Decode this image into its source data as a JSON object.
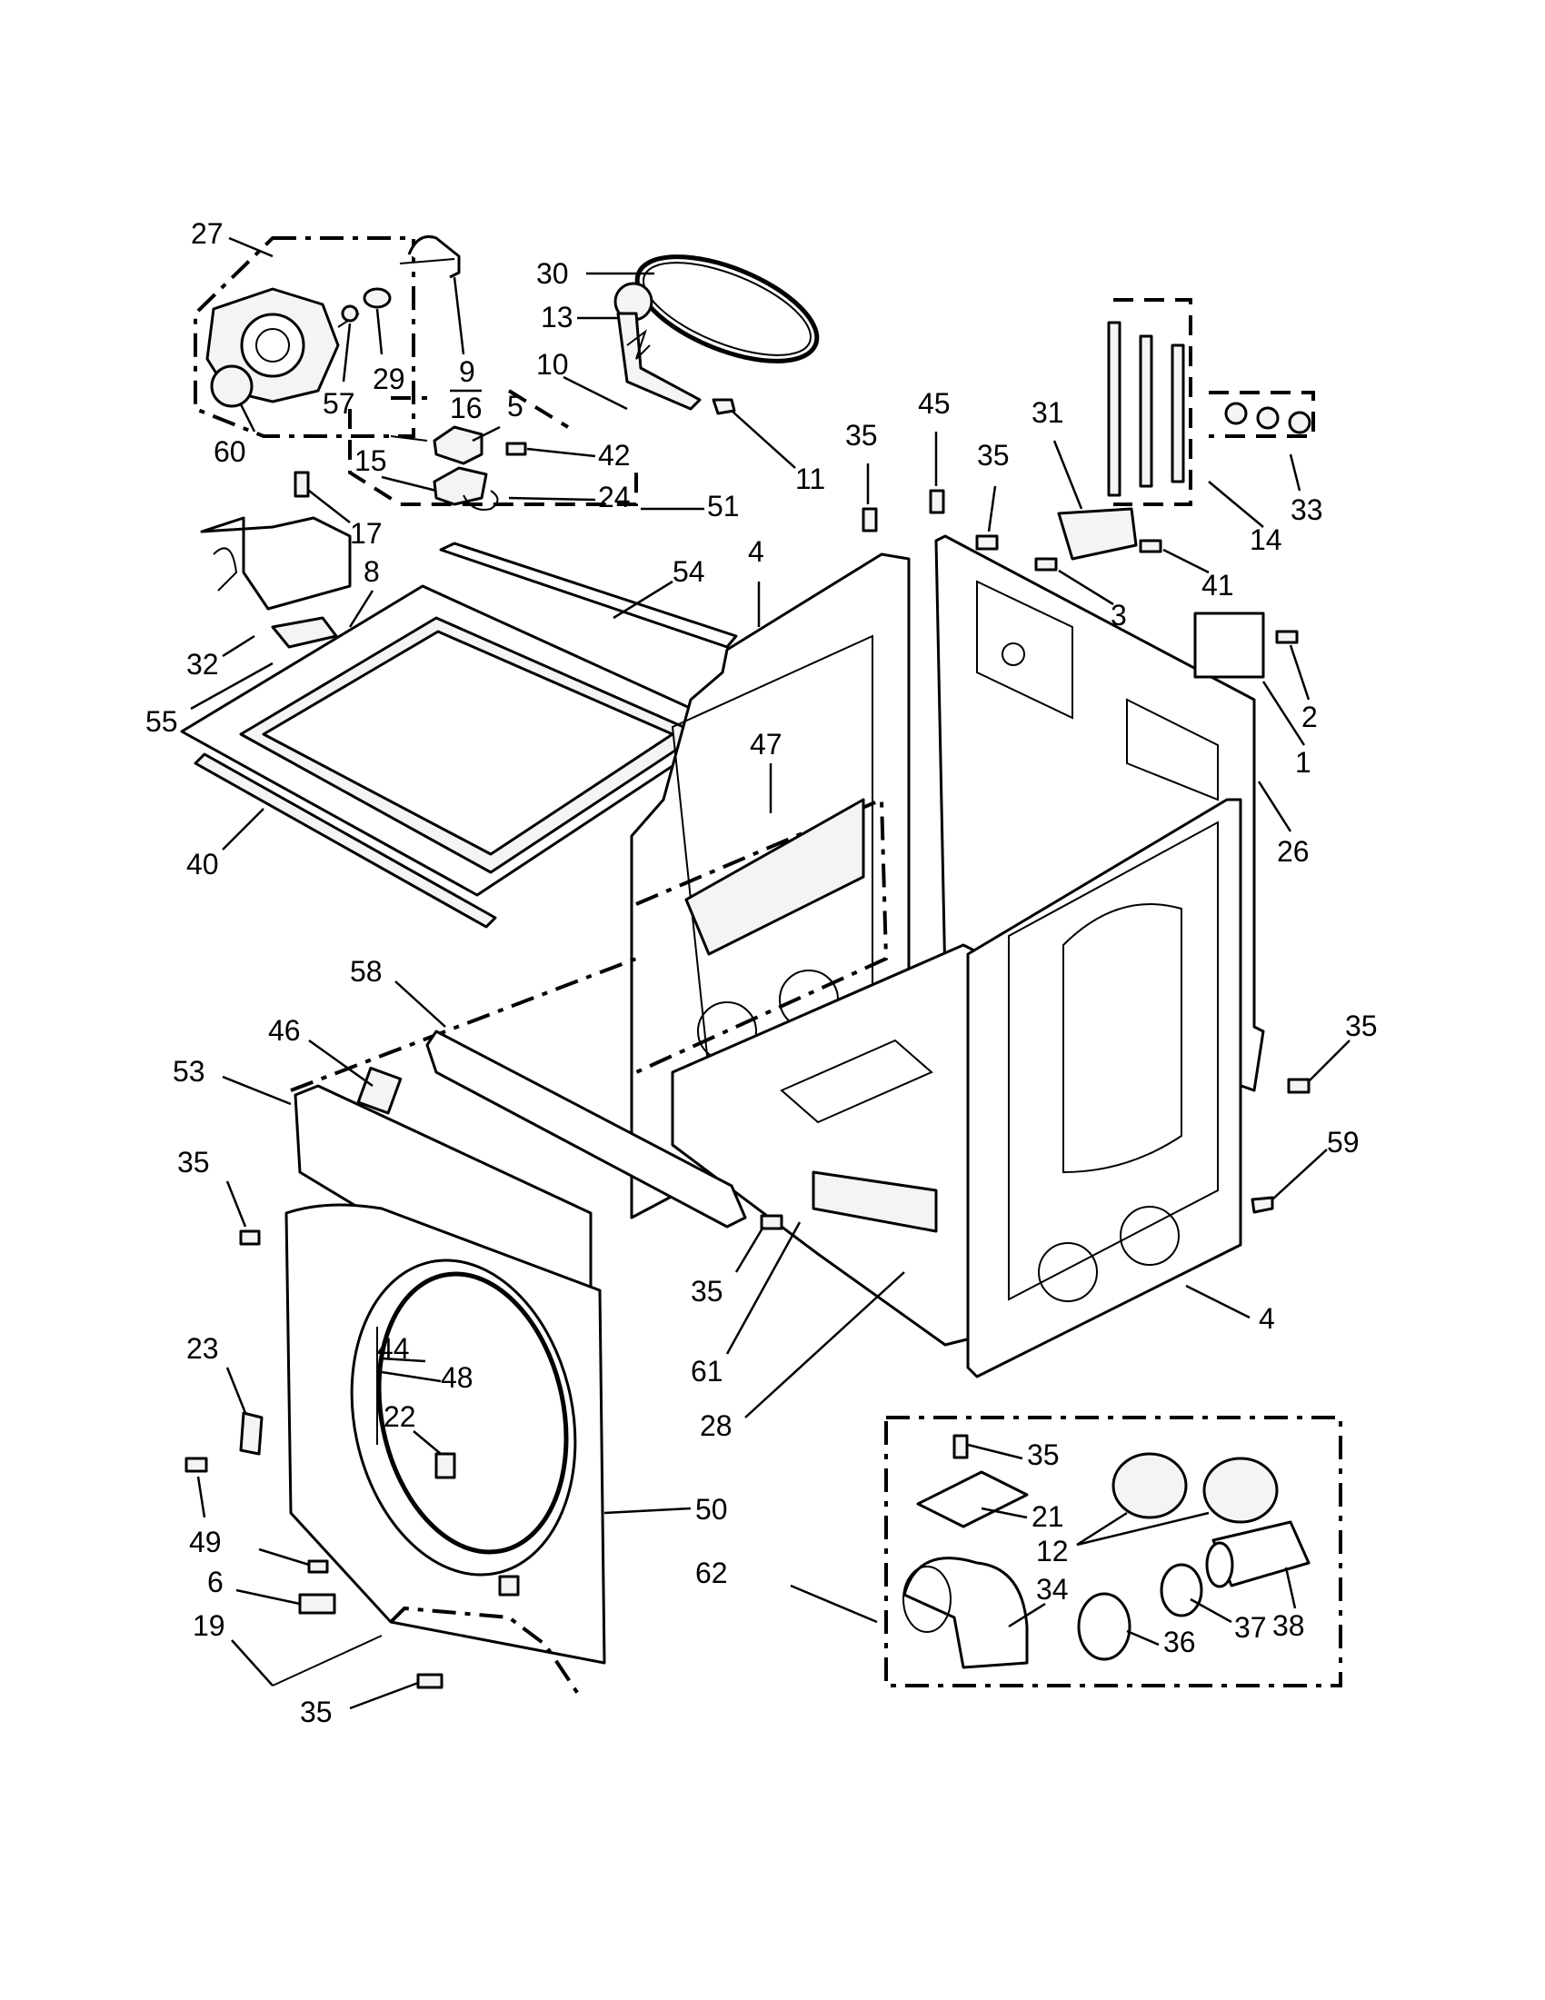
{
  "diagram": {
    "callouts": [
      {
        "id": "c27",
        "text": "27"
      },
      {
        "id": "c9",
        "text": "9"
      },
      {
        "id": "c16",
        "text": "16"
      },
      {
        "id": "c29",
        "text": "29"
      },
      {
        "id": "c57",
        "text": "57"
      },
      {
        "id": "c60",
        "text": "60"
      },
      {
        "id": "c30",
        "text": "30"
      },
      {
        "id": "c13",
        "text": "13"
      },
      {
        "id": "c10",
        "text": "10"
      },
      {
        "id": "c11",
        "text": "11"
      },
      {
        "id": "c5",
        "text": "5"
      },
      {
        "id": "c42",
        "text": "42"
      },
      {
        "id": "c15",
        "text": "15"
      },
      {
        "id": "c24",
        "text": "24"
      },
      {
        "id": "c51",
        "text": "51"
      },
      {
        "id": "c17",
        "text": "17"
      },
      {
        "id": "c8",
        "text": "8"
      },
      {
        "id": "c32",
        "text": "32"
      },
      {
        "id": "c55",
        "text": "55"
      },
      {
        "id": "c54",
        "text": "54"
      },
      {
        "id": "c40",
        "text": "40"
      },
      {
        "id": "c4a",
        "text": "4"
      },
      {
        "id": "c35a",
        "text": "35"
      },
      {
        "id": "c45",
        "text": "45"
      },
      {
        "id": "c35b",
        "text": "35"
      },
      {
        "id": "c31",
        "text": "31"
      },
      {
        "id": "c14",
        "text": "14"
      },
      {
        "id": "c33",
        "text": "33"
      },
      {
        "id": "c41",
        "text": "41"
      },
      {
        "id": "c3",
        "text": "3"
      },
      {
        "id": "c2",
        "text": "2"
      },
      {
        "id": "c1",
        "text": "1"
      },
      {
        "id": "c26",
        "text": "26"
      },
      {
        "id": "c47",
        "text": "47"
      },
      {
        "id": "c35c",
        "text": "35"
      },
      {
        "id": "c58",
        "text": "58"
      },
      {
        "id": "c46",
        "text": "46"
      },
      {
        "id": "c53",
        "text": "53"
      },
      {
        "id": "c35d",
        "text": "35"
      },
      {
        "id": "c59",
        "text": "59"
      },
      {
        "id": "c35e",
        "text": "35"
      },
      {
        "id": "c61",
        "text": "61"
      },
      {
        "id": "c28",
        "text": "28"
      },
      {
        "id": "c4b",
        "text": "4"
      },
      {
        "id": "c23",
        "text": "23"
      },
      {
        "id": "c44",
        "text": "44"
      },
      {
        "id": "c48",
        "text": "48"
      },
      {
        "id": "c22",
        "text": "22"
      },
      {
        "id": "c50",
        "text": "50"
      },
      {
        "id": "c49",
        "text": "49"
      },
      {
        "id": "c6",
        "text": "6"
      },
      {
        "id": "c19",
        "text": "19"
      },
      {
        "id": "c35f",
        "text": "35"
      },
      {
        "id": "c35g",
        "text": "35"
      },
      {
        "id": "c21",
        "text": "21"
      },
      {
        "id": "c12",
        "text": "12"
      },
      {
        "id": "c62",
        "text": "62"
      },
      {
        "id": "c34",
        "text": "34"
      },
      {
        "id": "c38",
        "text": "38"
      },
      {
        "id": "c37",
        "text": "37"
      },
      {
        "id": "c36",
        "text": "36"
      }
    ]
  }
}
